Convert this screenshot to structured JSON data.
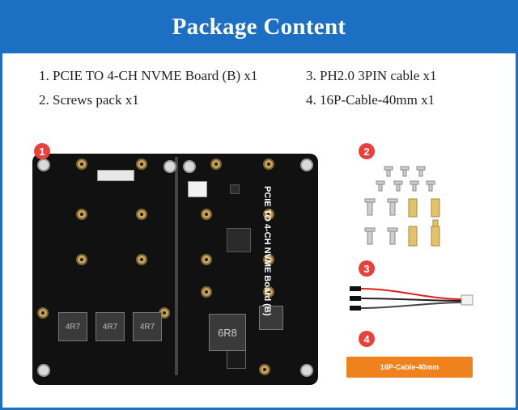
{
  "header": {
    "title": "Package Content"
  },
  "items": [
    "1. PCIE TO 4-CH NVME Board (B) x1",
    "2. Screws pack x1",
    "3. PH2.0 3PIN cable x1",
    "4. 16P-Cable-40mm x1"
  ],
  "board": {
    "silkscreen": "PCIE TO 4-CH NVME Board (B)",
    "inductor_labels": [
      "4R7",
      "4R7",
      "4R7",
      "6R8"
    ]
  },
  "badges": [
    "1",
    "2",
    "3",
    "4"
  ],
  "cable": {
    "label": "16P-Cable-40mm"
  },
  "colors": {
    "header_bg": "#1d6fc4",
    "badge": "#e8413a",
    "fpc_cable": "#f0821e",
    "pcb": "#111111"
  }
}
